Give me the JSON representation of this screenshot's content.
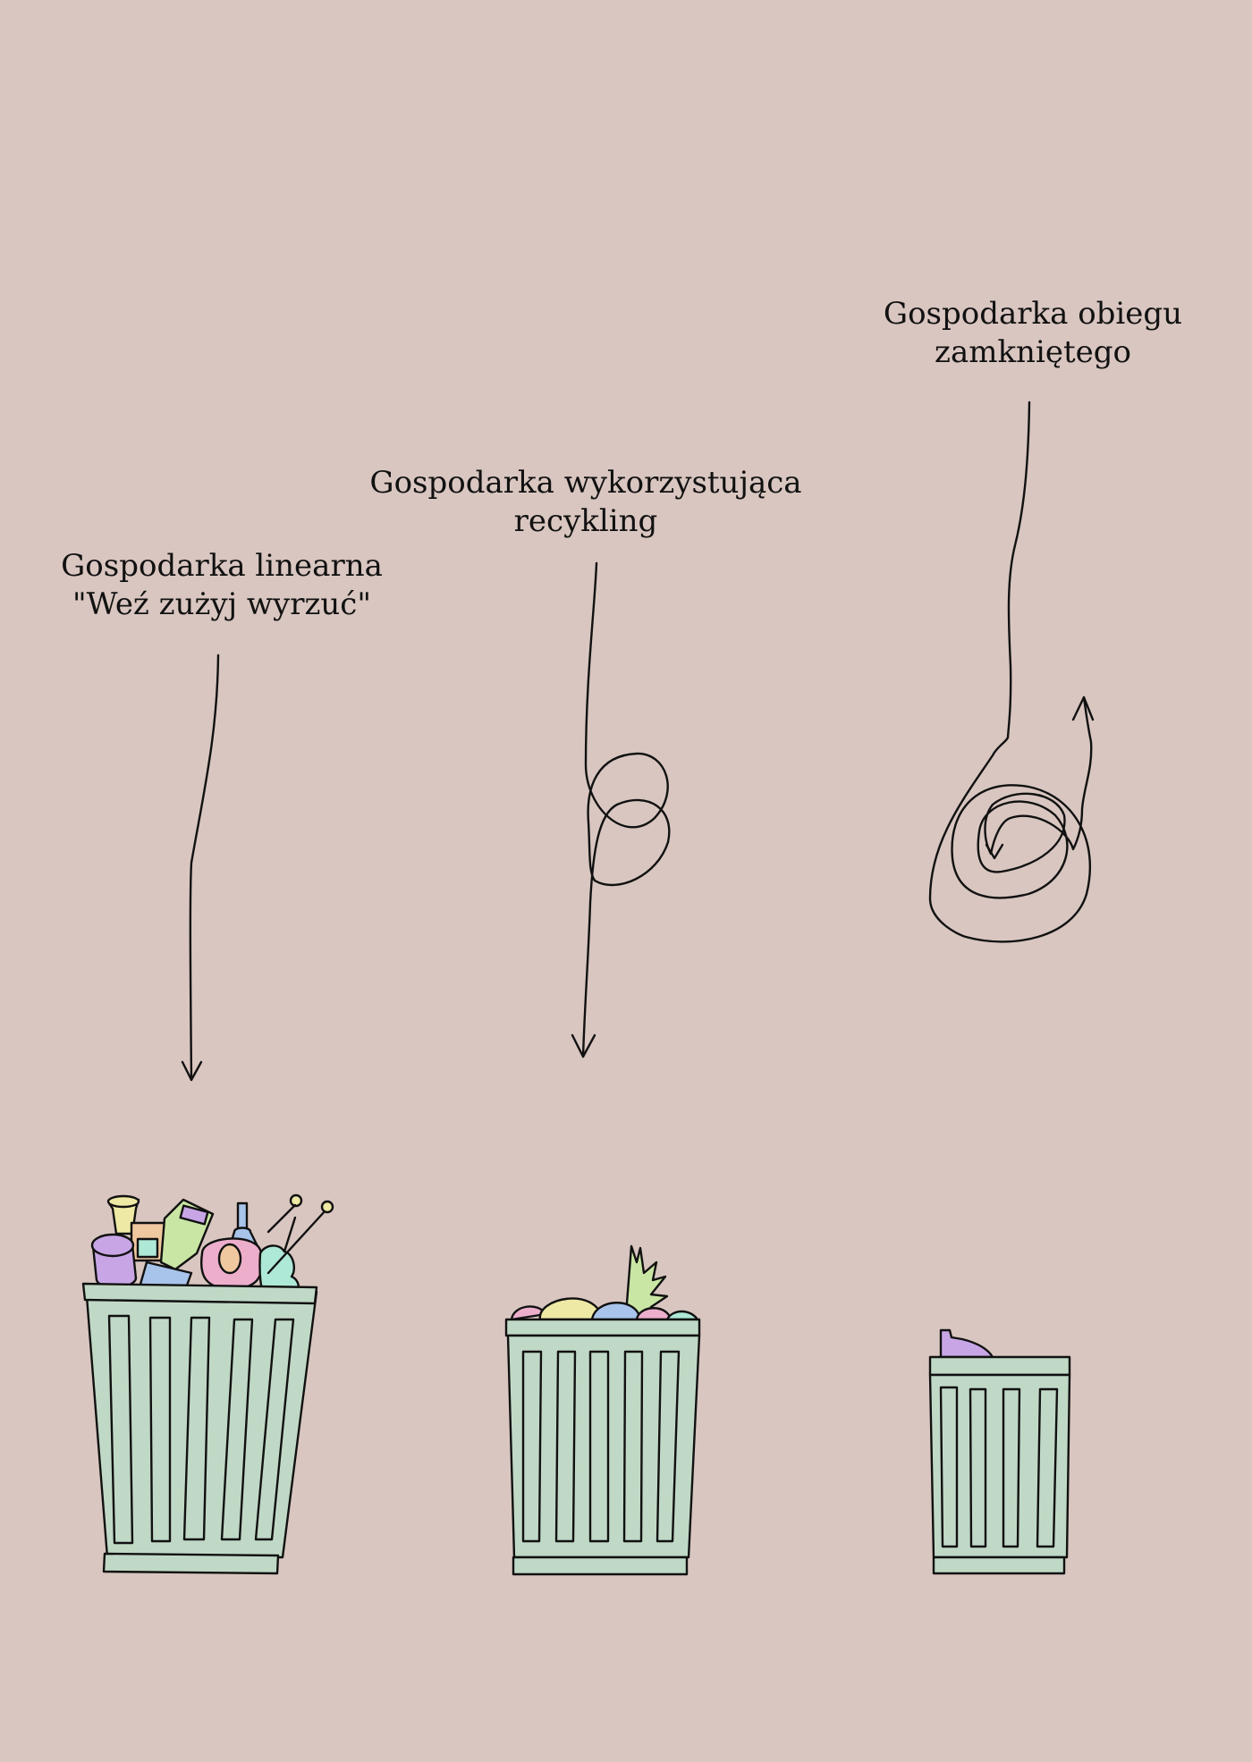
{
  "columns": [
    {
      "id": "linear",
      "title_line1": "Gospodarka linearna",
      "title_line2": "\"Weź zużyj wyrzuć\"",
      "path_icon": "straight-down-arrow-icon",
      "bin_icon": "overflowing-trash-bin-icon"
    },
    {
      "id": "recycling",
      "title_line1": "Gospodarka wykorzystująca",
      "title_line2": "recykling",
      "path_icon": "looped-down-arrow-icon",
      "bin_icon": "half-full-trash-bin-icon"
    },
    {
      "id": "circular",
      "title_line1": "Gospodarka obiegu",
      "title_line2": "zamkniętego",
      "path_icon": "spiral-arrow-icon",
      "bin_icon": "nearly-empty-trash-bin-icon"
    }
  ],
  "colors": {
    "background": "#d9c6c0",
    "ink": "#111111",
    "bin": "#c0d9c6",
    "purple": "#c8a6e6",
    "yellow": "#eee9a4",
    "blue": "#a8c4ea",
    "pink": "#ecaecb",
    "mint": "#aee8d6",
    "peach": "#f0c8a0",
    "green": "#c9e6a4"
  }
}
